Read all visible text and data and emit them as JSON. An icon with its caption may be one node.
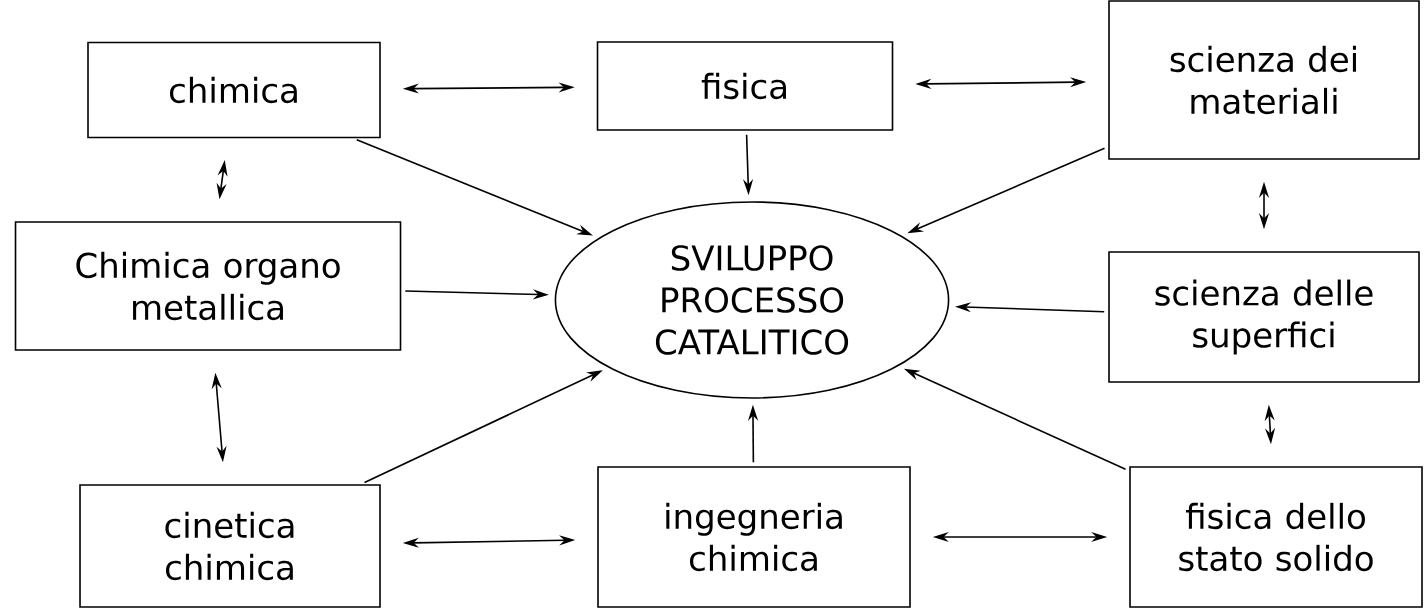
{
  "diagram": {
    "nodes": [
      {
        "text": [
          "chimica"
        ]
      },
      {
        "text": [
          "fisica"
        ]
      },
      {
        "text": [
          "scienza dei materiali"
        ]
      },
      {
        "text": [
          "Chimica organo metallica"
        ]
      },
      {
        "text": [
          "SVILUPPO PROCESSO CATALITICO"
        ]
      },
      {
        "text": [
          "scienza delle superfici"
        ]
      },
      {
        "text": [
          "cinetica chimica"
        ]
      },
      {
        "text": [
          "ingegneria chimica"
        ]
      },
      {
        "text": [
          "fisica dello stato solido"
        ]
      }
    ],
    "edges": [
      {
        "from": 0,
        "to": 1,
        "arrow": "both"
      },
      {
        "from": 1,
        "to": 2,
        "arrow": "both"
      },
      {
        "from": 0,
        "to": 3,
        "arrow": "both"
      },
      {
        "from": 2,
        "to": 5,
        "arrow": "both"
      },
      {
        "from": 3,
        "to": 6,
        "arrow": "both"
      },
      {
        "from": 5,
        "to": 8,
        "arrow": "both"
      },
      {
        "from": 6,
        "to": 7,
        "arrow": "both"
      },
      {
        "from": 7,
        "to": 8,
        "arrow": "both"
      },
      {
        "from": 0,
        "to": 4,
        "arrow": "to"
      },
      {
        "from": 1,
        "to": 4,
        "arrow": "to"
      },
      {
        "from": 2,
        "to": 4,
        "arrow": "to"
      },
      {
        "from": 3,
        "to": 4,
        "arrow": "to"
      },
      {
        "from": 5,
        "to": 4,
        "arrow": "to"
      },
      {
        "from": 6,
        "to": 4,
        "arrow": "to"
      },
      {
        "from": 7,
        "to": 4,
        "arrow": "to"
      },
      {
        "from": 8,
        "to": 4,
        "arrow": "to"
      }
    ]
  }
}
